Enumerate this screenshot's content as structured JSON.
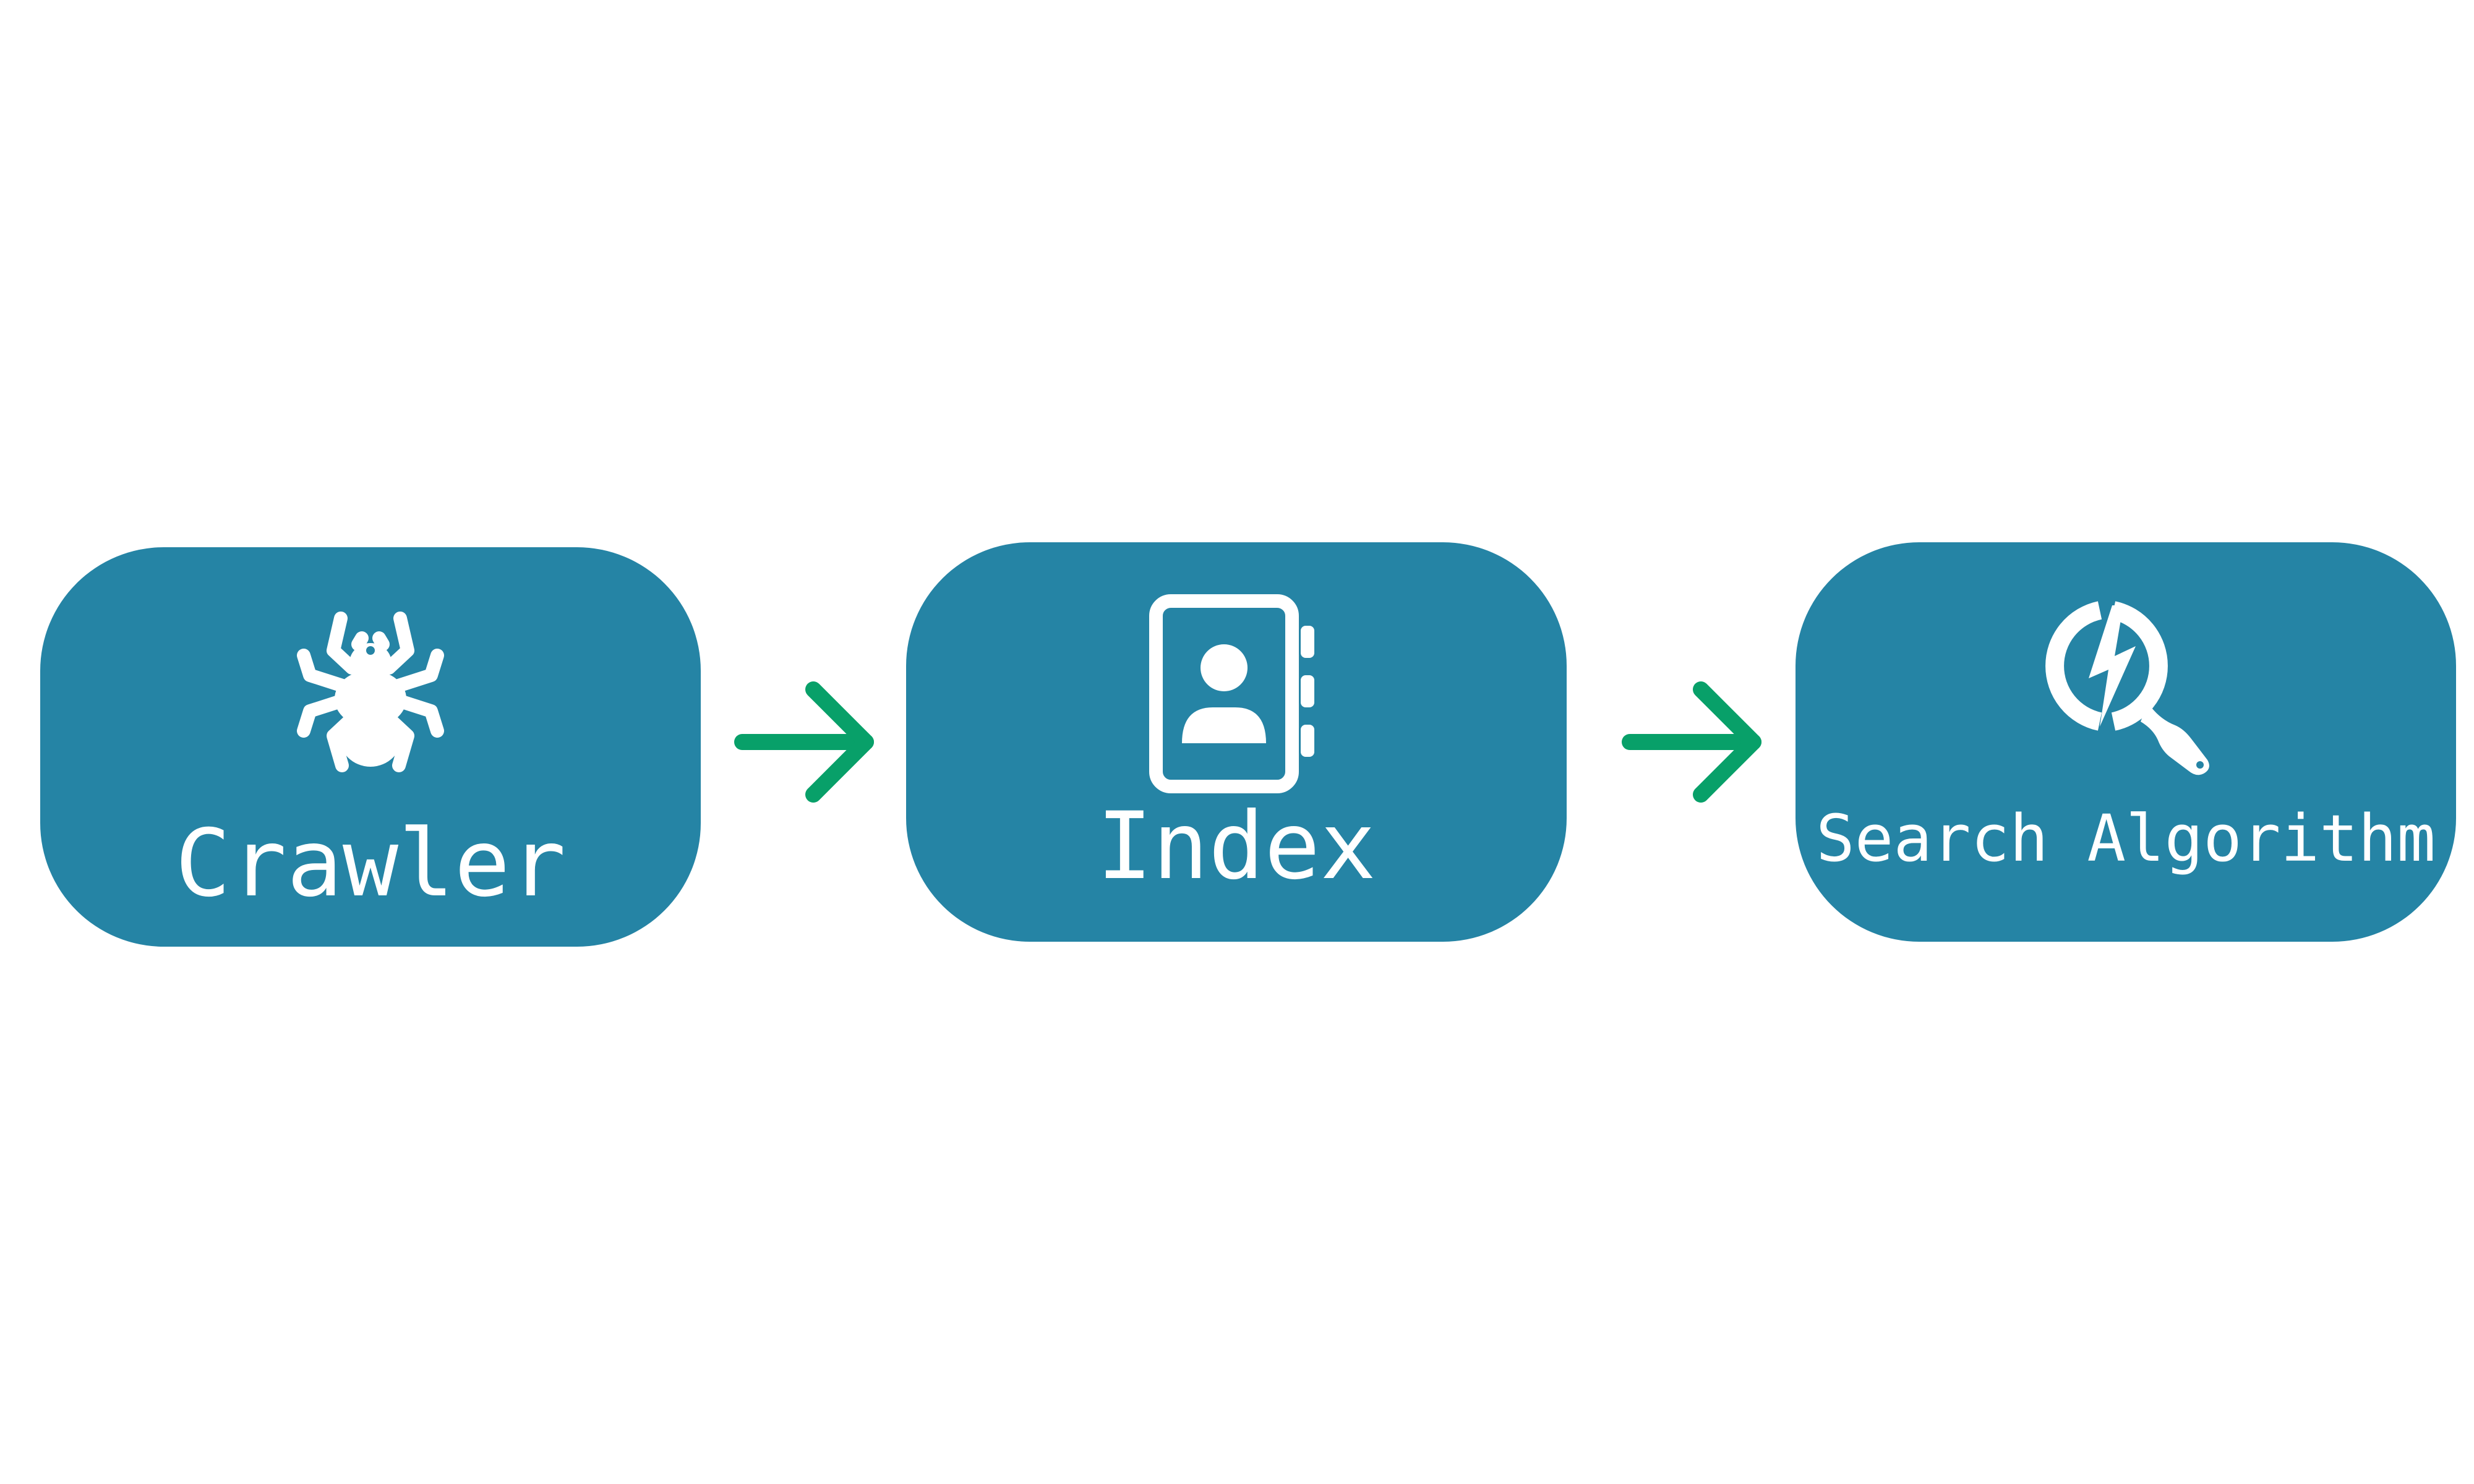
{
  "diagram": {
    "nodes": [
      {
        "id": "crawler",
        "label": "Crawler",
        "icon": "spider-icon"
      },
      {
        "id": "index",
        "label": "Index",
        "icon": "contact-book-icon"
      },
      {
        "id": "search",
        "label": "Search Algorithm",
        "icon": "search-algorithm-icon"
      }
    ],
    "edges": [
      {
        "from": "crawler",
        "to": "index"
      },
      {
        "from": "index",
        "to": "search"
      }
    ],
    "colors": {
      "node_fill": "#2584a5",
      "node_text": "#ffffff",
      "arrow": "#08a069",
      "background": "#ffffff"
    }
  }
}
